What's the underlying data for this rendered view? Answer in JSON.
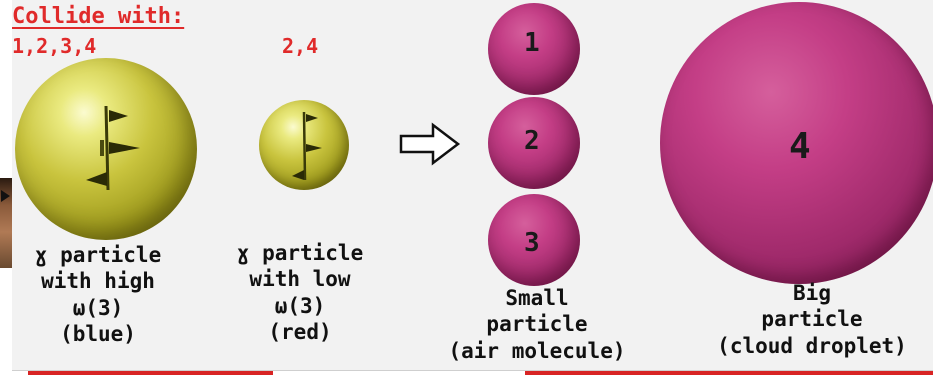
{
  "title": "Collide with:",
  "collide_labels": [
    "1,2,3,4",
    "2,4"
  ],
  "particles": [
    {
      "number": "1"
    },
    {
      "number": "2"
    },
    {
      "number": "3"
    },
    {
      "number": "4"
    }
  ],
  "captions": {
    "gamma_high": [
      "ɣ particle",
      "with high",
      "ω(3)",
      "(blue)"
    ],
    "gamma_low": [
      "ɣ particle",
      "with low",
      "ω(3)",
      "(red)"
    ],
    "small": [
      "Small",
      "particle",
      "(air molecule)"
    ],
    "big": [
      "Big",
      "particle",
      "(cloud droplet)"
    ]
  },
  "colors": {
    "accent_red": "#e02a2a",
    "sphere_yellow": "#c9c43e",
    "sphere_pink": "#c43e86",
    "slide_background": "#f2f2f2"
  },
  "icons": [
    "right-arrow-icon",
    "gamma-particle-glyph-icon"
  ]
}
